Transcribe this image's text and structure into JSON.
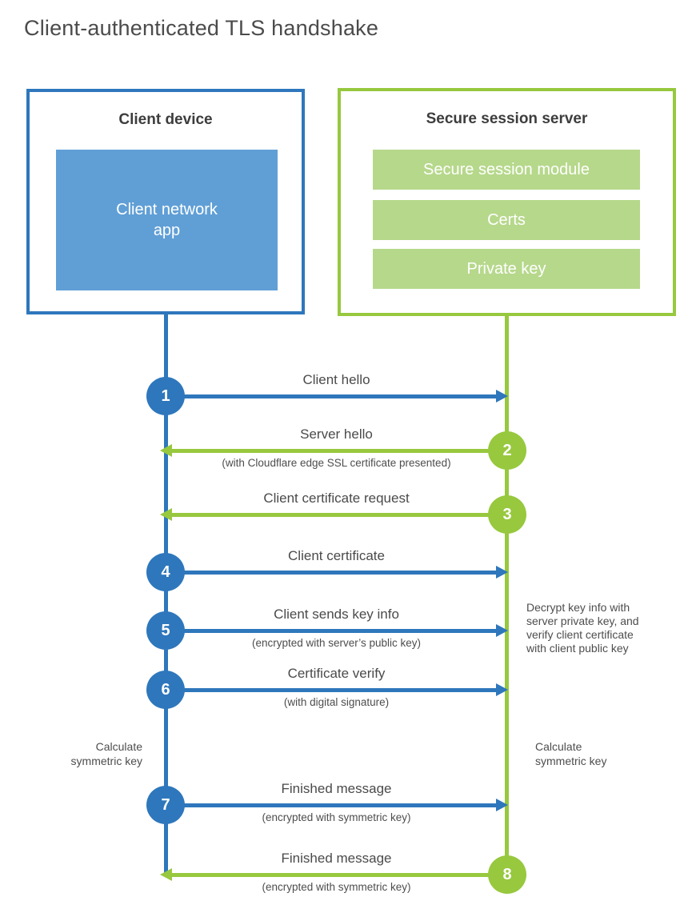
{
  "title": "Client-authenticated TLS handshake",
  "colors": {
    "blue": "#2e77bc",
    "blue_fill": "#609fd6",
    "green": "#97c83e",
    "green_fill": "#b6d88b",
    "heading_text": "#3d3d3d",
    "label_text": "#4a4a4a"
  },
  "client_box": {
    "title": "Client device",
    "app_label": "Client network\napp"
  },
  "server_box": {
    "title": "Secure session server",
    "modules": [
      "Secure session module",
      "Certs",
      "Private key"
    ]
  },
  "steps": [
    {
      "num": "1",
      "label": "Client hello",
      "direction": "client-to-server"
    },
    {
      "num": "2",
      "label": "Server hello",
      "sub": "(with Cloudflare edge SSL certificate presented)",
      "direction": "server-to-client"
    },
    {
      "num": "3",
      "label": "Client certificate request",
      "direction": "server-to-client"
    },
    {
      "num": "4",
      "label": "Client certificate",
      "direction": "client-to-server"
    },
    {
      "num": "5",
      "label": "Client sends key info",
      "sub": "(encrypted with server’s public key)",
      "direction": "client-to-server"
    },
    {
      "num": "6",
      "label": "Certificate verify",
      "sub": "(with digital signature)",
      "direction": "client-to-server"
    },
    {
      "num": "7",
      "label": "Finished message",
      "sub": "(encrypted with symmetric key)",
      "direction": "client-to-server"
    },
    {
      "num": "8",
      "label": "Finished message",
      "sub": "(encrypted with symmetric key)",
      "direction": "server-to-client"
    }
  ],
  "notes": {
    "decrypt": "Decrypt key info with\nserver private key, and\nverify client certificate\nwith client public key",
    "calc_client": "Calculate\nsymmetric key",
    "calc_server": "Calculate\nsymmetric key"
  }
}
